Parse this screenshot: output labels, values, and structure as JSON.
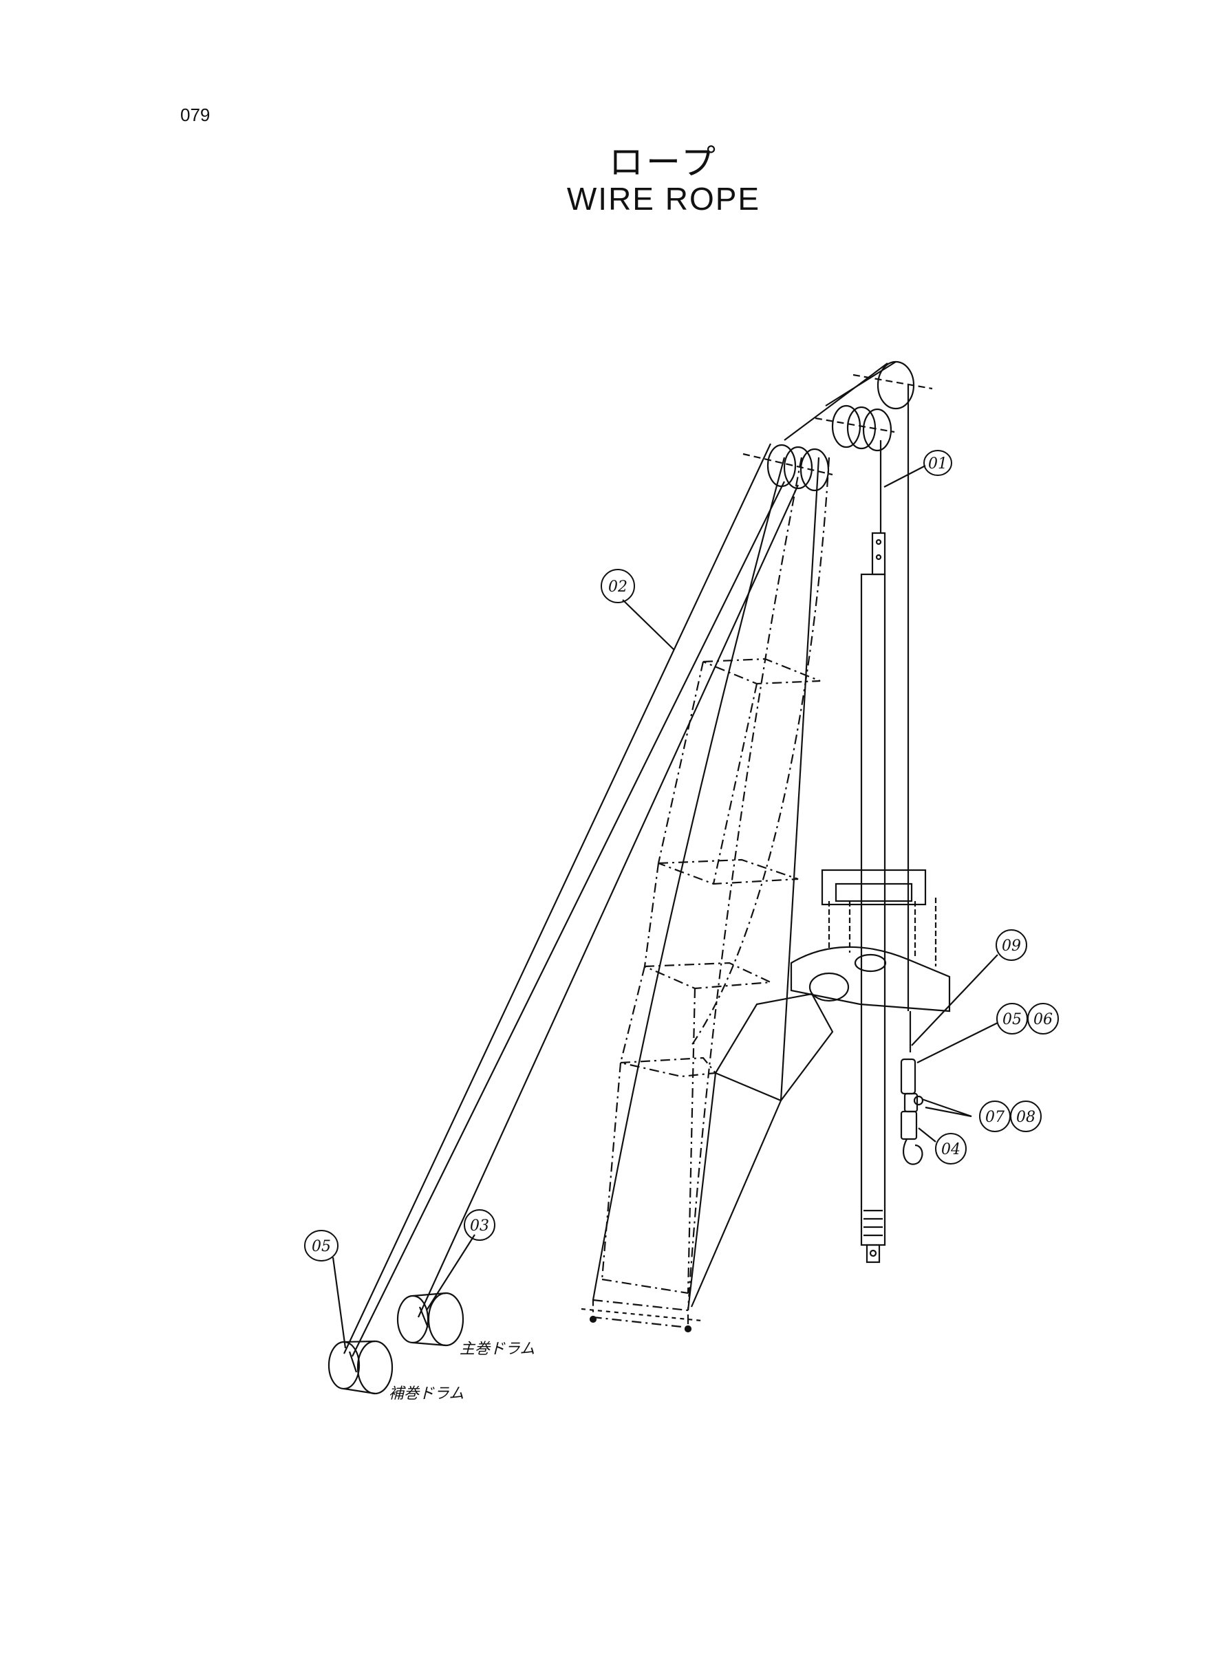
{
  "page_number": "079",
  "title": {
    "japanese": "ロープ",
    "english": "WIRE ROPE"
  },
  "callouts": [
    {
      "id": "01",
      "label": "01"
    },
    {
      "id": "02",
      "label": "02"
    },
    {
      "id": "03",
      "label": "03"
    },
    {
      "id": "04",
      "label": "04"
    },
    {
      "id": "05a",
      "label": "05"
    },
    {
      "id": "05b",
      "label": "05"
    },
    {
      "id": "06",
      "label": "06"
    },
    {
      "id": "07",
      "label": "07"
    },
    {
      "id": "08",
      "label": "08"
    },
    {
      "id": "09",
      "label": "09"
    }
  ],
  "drum_labels": {
    "main_drum": "主巻ドラム",
    "aux_drum": "補巻ドラム"
  },
  "colors": {
    "ink": "#111111",
    "paper": "#ffffff"
  }
}
